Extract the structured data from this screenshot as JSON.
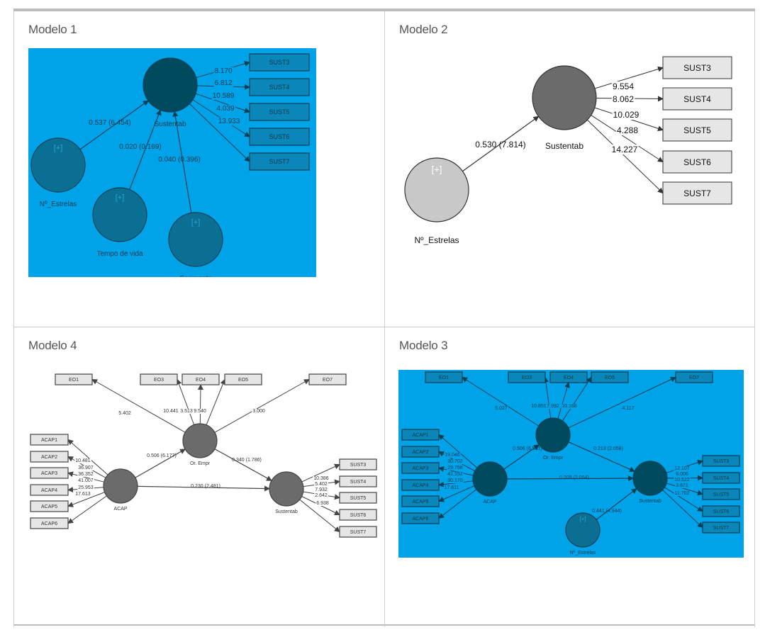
{
  "cells": [
    {
      "title": "Modelo 1",
      "theme": {
        "bg": "#00a2e8",
        "lv_main": "#004a5e",
        "lv_exo": "#0a6f93",
        "stroke": "#0b3f55",
        "box_fill": "#0a86b8",
        "text": "#0b3a4f",
        "plus": "#2da6d6"
      },
      "latent": [
        {
          "id": "Sustentab",
          "label": "Sustentab",
          "kind": "main"
        },
        {
          "id": "Estrelas",
          "label": "Nº_Estrelas",
          "kind": "exo",
          "plus": "[+]"
        },
        {
          "id": "Tempo",
          "label": "Tempo de vida",
          "kind": "exo",
          "plus": "[+]"
        },
        {
          "id": "Segmento",
          "label": "Segmento",
          "kind": "exo",
          "plus": "[+]"
        }
      ],
      "indicators": [
        "SUST3",
        "SUST4",
        "SUST5",
        "SUST6",
        "SUST7"
      ],
      "paths": [
        {
          "from": "Estrelas",
          "to": "Sustentab",
          "label": "0.537 (6.454)"
        },
        {
          "from": "Tempo",
          "to": "Sustentab",
          "label": "0.020 (0.169)"
        },
        {
          "from": "Segmento",
          "to": "Sustentab",
          "label": "0.040 (0.396)"
        }
      ],
      "loadings": [
        {
          "from": "Sustentab",
          "to": "SUST3",
          "label": "8.170"
        },
        {
          "from": "Sustentab",
          "to": "SUST4",
          "label": "6.812"
        },
        {
          "from": "Sustentab",
          "to": "SUST5",
          "label": "10.589"
        },
        {
          "from": "Sustentab",
          "to": "SUST6",
          "label": "4.039"
        },
        {
          "from": "Sustentab",
          "to": "SUST7",
          "label": "13.933"
        }
      ]
    },
    {
      "title": "Modelo 2",
      "theme": {
        "bg": "#ffffff",
        "lv_main": "#6b6b6b",
        "lv_exo": "#c8c8c8",
        "stroke": "#333333",
        "box_fill": "#e6e6e6",
        "text": "#111111",
        "plus": "#ffffff"
      },
      "latent": [
        {
          "id": "Sustentab",
          "label": "Sustentab",
          "kind": "main"
        },
        {
          "id": "Estrelas",
          "label": "Nº_Estrelas",
          "kind": "exo",
          "plus": "[+]"
        }
      ],
      "indicators": [
        "SUST3",
        "SUST4",
        "SUST5",
        "SUST6",
        "SUST7"
      ],
      "paths": [
        {
          "from": "Estrelas",
          "to": "Sustentab",
          "label": "0.530 (7.814)"
        }
      ],
      "loadings": [
        {
          "from": "Sustentab",
          "to": "SUST3",
          "label": "9.554"
        },
        {
          "from": "Sustentab",
          "to": "SUST4",
          "label": "8.062"
        },
        {
          "from": "Sustentab",
          "to": "SUST5",
          "label": "10.029"
        },
        {
          "from": "Sustentab",
          "to": "SUST6",
          "label": "4.288"
        },
        {
          "from": "Sustentab",
          "to": "SUST7",
          "label": "14.227"
        }
      ]
    },
    {
      "title": "Modelo 4",
      "theme": {
        "bg": "#ffffff",
        "lv_main": "#6b6b6b",
        "lv_exo": "#6b6b6b",
        "stroke": "#444444",
        "box_fill": "#e6e6e6",
        "text": "#333333",
        "plus": "#ffffff"
      },
      "latent": [
        {
          "id": "ACAP",
          "label": "ACAP",
          "kind": "main"
        },
        {
          "id": "OrEmpr",
          "label": "Or. Empr",
          "kind": "main"
        },
        {
          "id": "Sustentab",
          "label": "Sustentab",
          "kind": "main"
        }
      ],
      "indicators": [
        "EO1",
        "EO3",
        "EO4",
        "EO5",
        "EO7",
        "ACAP1",
        "ACAP2",
        "ACAP3",
        "ACAP4",
        "ACAP5",
        "ACAP6",
        "SUST3",
        "SUST4",
        "SUST5",
        "SUST6",
        "SUST7"
      ],
      "paths": [
        {
          "from": "ACAP",
          "to": "OrEmpr",
          "label": "0.506 (6.177)"
        },
        {
          "from": "OrEmpr",
          "to": "Sustentab",
          "label": "0.340 (1.786)"
        },
        {
          "from": "ACAP",
          "to": "Sustentab",
          "label": "0.230 (2.481)"
        }
      ],
      "loadings": [
        {
          "from": "OrEmpr",
          "to": "EO1",
          "label": "5.402"
        },
        {
          "from": "OrEmpr",
          "to": "EO3",
          "label": "10.441"
        },
        {
          "from": "OrEmpr",
          "to": "EO4",
          "label": "3.513"
        },
        {
          "from": "OrEmpr",
          "to": "EO5",
          "label": "9.540"
        },
        {
          "from": "OrEmpr",
          "to": "EO7",
          "label": "3.000"
        },
        {
          "from": "ACAP",
          "to": "ACAP1",
          "label": "10.481"
        },
        {
          "from": "ACAP",
          "to": "ACAP2",
          "label": "36.907"
        },
        {
          "from": "ACAP",
          "to": "ACAP3",
          "label": "36.352"
        },
        {
          "from": "ACAP",
          "to": "ACAP4",
          "label": "41.007"
        },
        {
          "from": "ACAP",
          "to": "ACAP5",
          "label": "25.953"
        },
        {
          "from": "ACAP",
          "to": "ACAP6",
          "label": "17.613"
        },
        {
          "from": "Sustentab",
          "to": "SUST3",
          "label": "10.386"
        },
        {
          "from": "Sustentab",
          "to": "SUST4",
          "label": "5.402"
        },
        {
          "from": "Sustentab",
          "to": "SUST5",
          "label": "7.932"
        },
        {
          "from": "Sustentab",
          "to": "SUST6",
          "label": "2.642"
        },
        {
          "from": "Sustentab",
          "to": "SUST7",
          "label": "6.938"
        }
      ]
    },
    {
      "title": "Modelo 3",
      "theme": {
        "bg": "#00a2e8",
        "lv_main": "#004a5e",
        "lv_exo": "#0a6f93",
        "stroke": "#0b3f55",
        "box_fill": "#0a86b8",
        "text": "#0b3a4f",
        "plus": "#2da6d6"
      },
      "latent": [
        {
          "id": "ACAP",
          "label": "ACAP",
          "kind": "main"
        },
        {
          "id": "OrEmpr",
          "label": "Or. Empr",
          "kind": "main"
        },
        {
          "id": "Sustentab",
          "label": "Sustentab",
          "kind": "main"
        },
        {
          "id": "Estrelas",
          "label": "Nº_Estrelas",
          "kind": "exo",
          "plus": "[+]"
        }
      ],
      "indicators": [
        "EO1",
        "EO3",
        "EO4",
        "EO5",
        "EO7",
        "ACAP1",
        "ACAP2",
        "ACAP3",
        "ACAP4",
        "ACAP5",
        "ACAP6",
        "SUST3",
        "SUST4",
        "SUST5",
        "SUST6",
        "SUST7"
      ],
      "paths": [
        {
          "from": "ACAP",
          "to": "OrEmpr",
          "label": "0.506 (6.581)"
        },
        {
          "from": "OrEmpr",
          "to": "Sustentab",
          "label": "0.213 (2.058)"
        },
        {
          "from": "ACAP",
          "to": "Sustentab",
          "label": "0.209 (2.054)"
        },
        {
          "from": "Estrelas",
          "to": "Sustentab",
          "label": "0.441 (4.944)"
        }
      ],
      "loadings": [
        {
          "from": "OrEmpr",
          "to": "EO1",
          "label": "5.027"
        },
        {
          "from": "OrEmpr",
          "to": "EO3",
          "label": "10.851"
        },
        {
          "from": "OrEmpr",
          "to": "EO4",
          "label": "7.992"
        },
        {
          "from": "OrEmpr",
          "to": "EO5",
          "label": "10.168"
        },
        {
          "from": "OrEmpr",
          "to": "EO7",
          "label": "4.117"
        },
        {
          "from": "ACAP",
          "to": "ACAP1",
          "label": "19.046"
        },
        {
          "from": "ACAP",
          "to": "ACAP2",
          "label": "30.702"
        },
        {
          "from": "ACAP",
          "to": "ACAP3",
          "label": "29.758"
        },
        {
          "from": "ACAP",
          "to": "ACAP4",
          "label": "41.152"
        },
        {
          "from": "ACAP",
          "to": "ACAP5",
          "label": "30.170"
        },
        {
          "from": "ACAP",
          "to": "ACAP6",
          "label": "17.611"
        },
        {
          "from": "Sustentab",
          "to": "SUST3",
          "label": "12.107"
        },
        {
          "from": "Sustentab",
          "to": "SUST4",
          "label": "8.006"
        },
        {
          "from": "Sustentab",
          "to": "SUST5",
          "label": "10.522"
        },
        {
          "from": "Sustentab",
          "to": "SUST6",
          "label": "3.671"
        },
        {
          "from": "Sustentab",
          "to": "SUST7",
          "label": "11.702"
        }
      ]
    }
  ]
}
